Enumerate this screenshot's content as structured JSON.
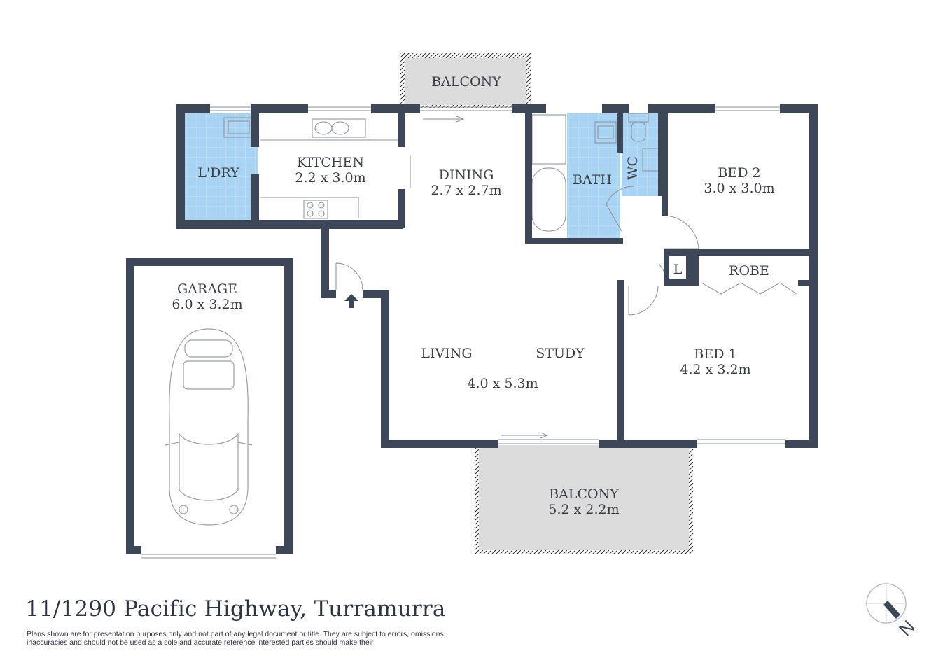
{
  "colors": {
    "wall": "#3d4757",
    "wet_area": "#a9d3f2",
    "balcony": "#dcdcdc",
    "line": "#8a8f99"
  },
  "rooms": {
    "balcony_top": {
      "name": "BALCONY",
      "size": ""
    },
    "laundry": {
      "name": "L'DRY",
      "size": ""
    },
    "kitchen": {
      "name": "KITCHEN",
      "size": "2.2 x 3.0m"
    },
    "dining": {
      "name": "DINING",
      "size": "2.7 x 2.7m"
    },
    "bath": {
      "name": "BATH",
      "size": ""
    },
    "wc": {
      "name": "WC",
      "size": ""
    },
    "bed2": {
      "name": "BED 2",
      "size": "3.0 x 3.0m"
    },
    "garage": {
      "name": "GARAGE",
      "size": "6.0 x 3.2m"
    },
    "linen": {
      "name": "L",
      "size": ""
    },
    "robe": {
      "name": "ROBE",
      "size": ""
    },
    "living": {
      "name": "LIVING",
      "size": "4.0 x 5.3m"
    },
    "study": {
      "name": "STUDY",
      "size": ""
    },
    "bed1": {
      "name": "BED 1",
      "size": "4.2 x 3.2m"
    },
    "balcony_bottom": {
      "name": "BALCONY",
      "size": "5.2 x 2.2m"
    }
  },
  "icons": [
    "entry-arrow-icon",
    "compass-north-icon",
    "car-icon"
  ],
  "compass": {
    "label": "N"
  },
  "address": "11/1290 Pacific Highway, Turramurra",
  "disclaimer": "Plans shown are for presentation purposes only and not part of any legal document or title. They are subject to errors, omissions, inaccuracies and should not be used as a sole and accurate reference interested parties should make their"
}
